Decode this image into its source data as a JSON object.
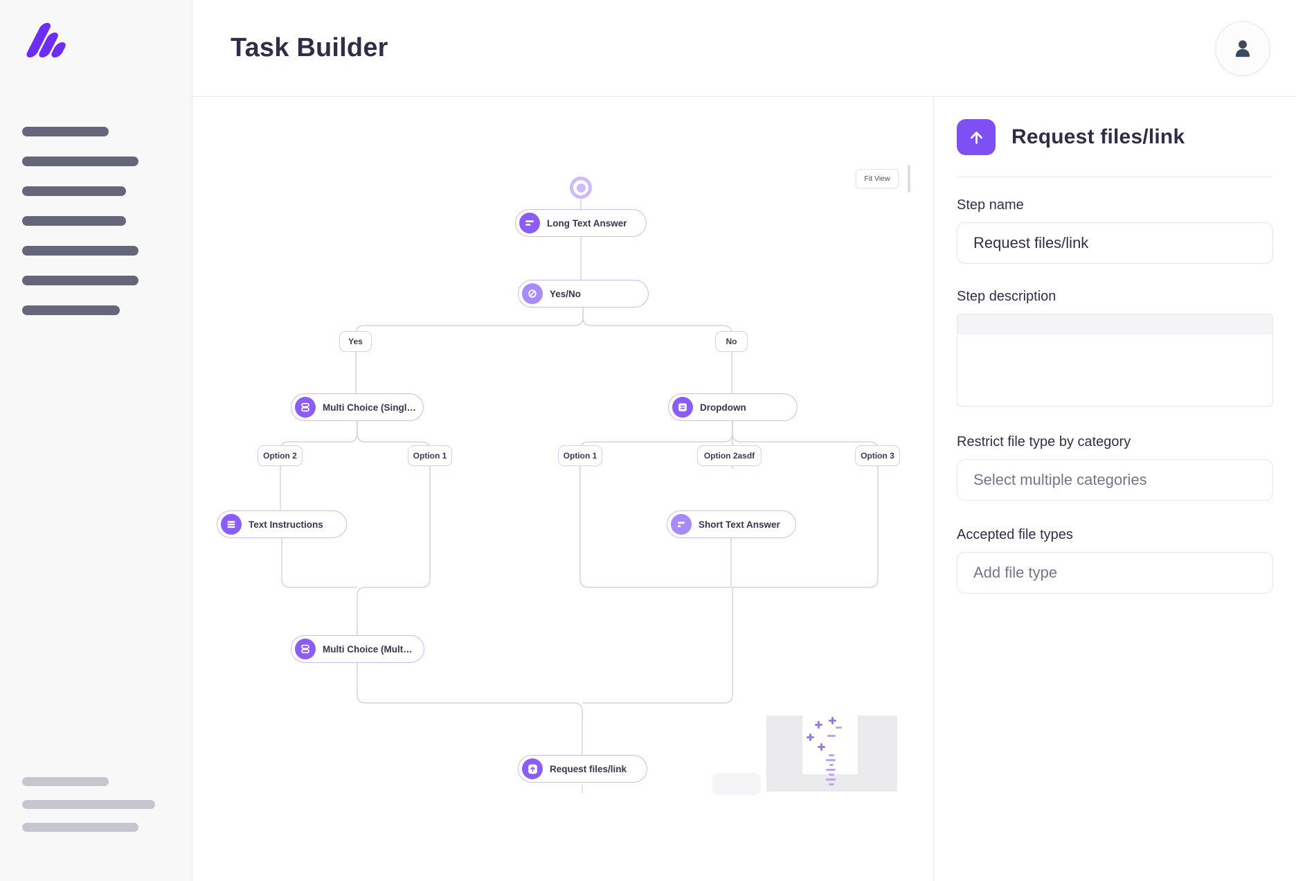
{
  "header": {
    "title": "Task Builder"
  },
  "sidebar": {
    "skeleton_dark": [
      125,
      168,
      150,
      150,
      168,
      168,
      141
    ],
    "skeleton_light": [
      125,
      192,
      168
    ]
  },
  "canvas": {
    "fit_view_label": "Fit View",
    "nodes": [
      {
        "label": "Long Text Answer"
      },
      {
        "label": "Yes/No"
      },
      {
        "label": "Multi Choice (Singl…"
      },
      {
        "label": "Dropdown"
      },
      {
        "label": "Text Instructions"
      },
      {
        "label": "Short Text Answer"
      },
      {
        "label": "Multi Choice (Mult…"
      },
      {
        "label": "Request files/link"
      }
    ],
    "branch_labels": [
      {
        "label": "Yes"
      },
      {
        "label": "No"
      },
      {
        "label": "Option 2"
      },
      {
        "label": "Option 1"
      },
      {
        "label": "Option 1"
      },
      {
        "label": "Option 2asdf"
      },
      {
        "label": "Option 3"
      }
    ]
  },
  "panel": {
    "title": "Request files/link",
    "step_name": {
      "label": "Step name",
      "value": "Request files/link"
    },
    "step_description": {
      "label": "Step description"
    },
    "restrict": {
      "label": "Restrict file type by category",
      "placeholder": "Select multiple categories"
    },
    "accepted": {
      "label": "Accepted file types",
      "placeholder": "Add file type"
    }
  },
  "colors": {
    "accent": "#7e4ff2",
    "node_icon": "#8b5cf6",
    "node_icon_light": "#a78bfa",
    "logo": "#6d2df2",
    "edge": "#d4d4db"
  }
}
